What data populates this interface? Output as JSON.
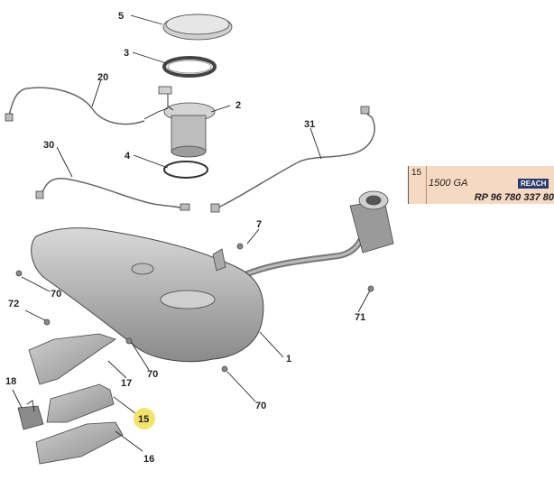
{
  "callouts": {
    "c5": "5",
    "c3": "3",
    "c20": "20",
    "c2": "2",
    "c31": "31",
    "c30": "30",
    "c4": "4",
    "c7": "7",
    "c72": "72",
    "c70a": "70",
    "c70b": "70",
    "c70c": "70",
    "c1": "1",
    "c71": "71",
    "c17": "17",
    "c18": "18",
    "c15": "15",
    "c16": "16"
  },
  "reference": {
    "index": "15",
    "description": "1500 GA",
    "tag": "REACH",
    "part_number": "RP 96 780 337 80"
  },
  "colors": {
    "highlight": "#f3e36a",
    "panel": "#f6d9c3",
    "tag": "#2a3a6b"
  }
}
